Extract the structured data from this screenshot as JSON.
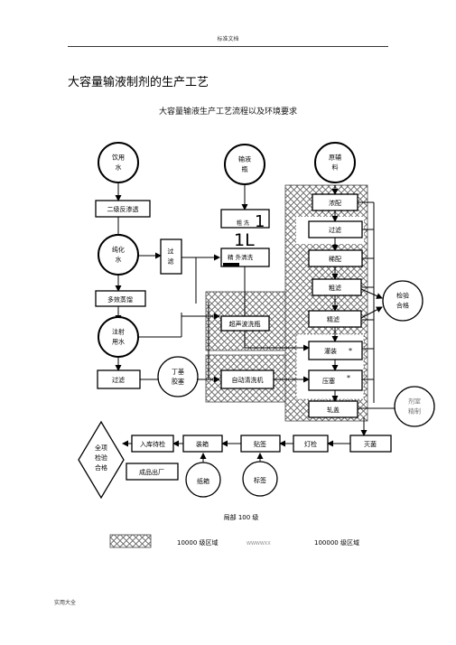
{
  "header": {
    "text": "标准文档"
  },
  "title": "大容量输液制剂的生产工艺",
  "diagram": {
    "title": "大容量输液生产工艺流程以及环境要求",
    "circles": {
      "drinking_water": "饮用\n水",
      "infusion_bottle": "输液\n瓶",
      "raw_material": "原辅\n料",
      "pure_water": "纯化\n水",
      "injection_water": "注射\n用水",
      "butyl_stopper": "丁基\n胶塞",
      "carton": "纸箱",
      "label": "标签",
      "inspection_pass": "检验\n合格",
      "full_inspection": "全项\n检验\n合格"
    },
    "boxes": {
      "ro": "二级反渗透",
      "multi_distill": "多效蒸馏",
      "filter_left": "过滤",
      "filter_vertical": "过\n滤",
      "rough_wash": "粗 洗",
      "rough_wash_big": "1",
      "fine_wash": "精 外清洗",
      "fine_wash_big": "1L",
      "ultrasonic": "超声波洗瓶",
      "auto_wash": "自动清洗机",
      "concentrate": "浓配",
      "filter_r1": "过滤",
      "dilute": "稀配",
      "rough_filter": "粗滤",
      "fine_filter": "精滤",
      "filling": "灌装",
      "stoppering": "压塞",
      "capping": "轧盖",
      "sterilize": "灭菌",
      "light_inspect": "灯检",
      "labeling": "贴签",
      "packing": "装箱",
      "warehouse": "入库待检",
      "shipment": "成品出厂"
    },
    "marks": {
      "star": "*",
      "stamp": "剂室\n精制"
    },
    "legend": {
      "local100": "局部 100 级",
      "class10000": "10000 级区域",
      "class100000_marker": "WWWWXX",
      "class100000": "100000 级区域"
    }
  },
  "footer": {
    "text": "实用大全"
  }
}
